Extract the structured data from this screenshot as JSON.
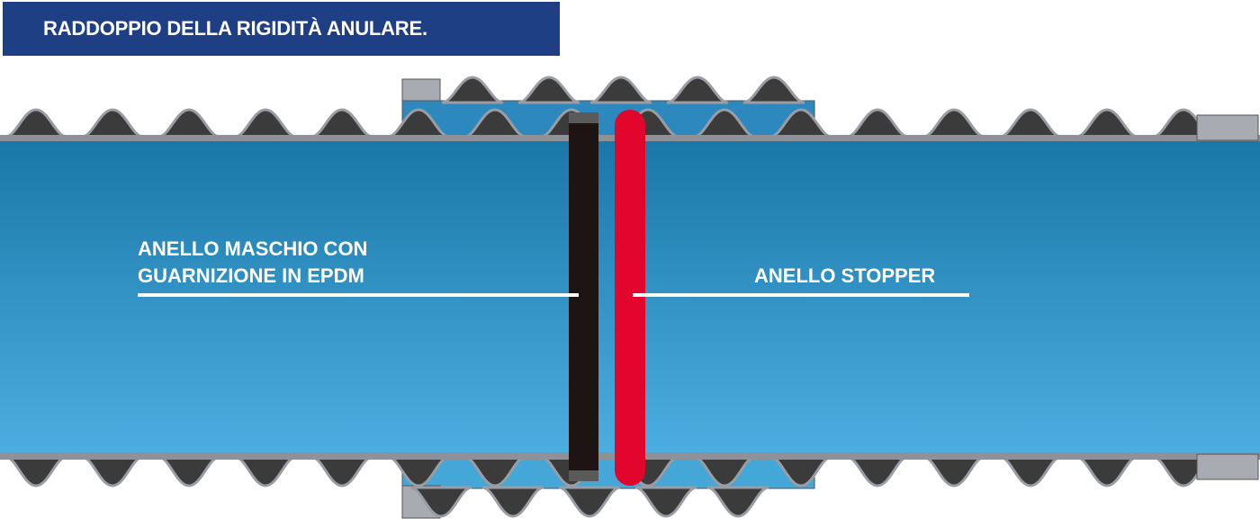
{
  "title": "RADDOPPIO DELLA RIGIDITÀ ANULARE.",
  "labels": {
    "male_ring_line1": "ANELLO MASCHIO CON",
    "male_ring_line2": "GUARNIZIONE IN EPDM",
    "stopper_ring": "ANELLO STOPPER"
  },
  "colors": {
    "title_bg": "#1f3f84",
    "pipe_top": "#1a78a8",
    "pipe_bottom": "#4caee0",
    "corrugation": "#3b3b3b",
    "sleeve": "#a9abb3",
    "male_ring": "#1e1414",
    "stopper_ring": "#e2062c"
  }
}
